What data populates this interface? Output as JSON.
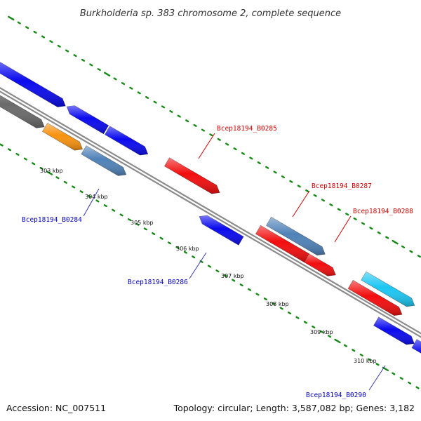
{
  "title": "Burkholderia sp. 383 chromosome 2, complete sequence",
  "footer": {
    "accession": "Accession: NC_007511",
    "topology": "Topology: circular; Length: 3,587,082 bp; Genes: 3,182"
  },
  "scale_labels": [
    "303 kbp",
    "304 kbp",
    "305 kbp",
    "306 kbp",
    "307 kbp",
    "308 kbp",
    "309 kbp",
    "310 kbp"
  ],
  "gene_labels": [
    {
      "text": "Bcep18194_B0285",
      "color": "#d40000"
    },
    {
      "text": "Bcep18194_B0287",
      "color": "#d40000"
    },
    {
      "text": "Bcep18194_B0288",
      "color": "#d40000"
    },
    {
      "text": "Bcep18194_B0284",
      "color": "#0000c8"
    },
    {
      "text": "Bcep18194_B0286",
      "color": "#0000c8"
    },
    {
      "text": "Bcep18194_B0290",
      "color": "#0000c8"
    }
  ],
  "colors": {
    "backbone": "#8c8c8c",
    "tick": "#138a13",
    "blue": "#0a0aee",
    "red": "#f20d0d",
    "steel": "#4f82b8",
    "cyan": "#1cc6f2",
    "orange": "#f7920f",
    "gray": "#6a6a6a",
    "leader": "#3a3aa8"
  }
}
